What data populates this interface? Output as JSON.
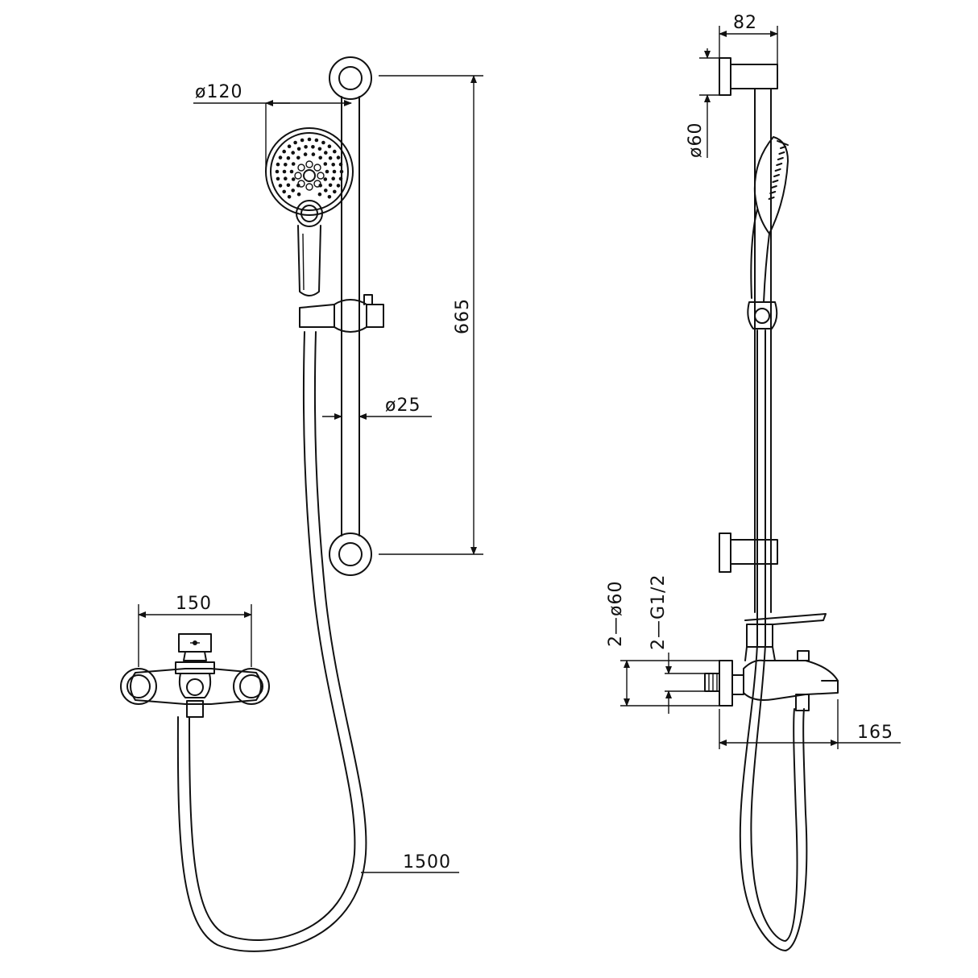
{
  "dimensions": {
    "head_diameter": "ø120",
    "rail_length": "665",
    "rail_diameter": "ø25",
    "mixer_width": "150",
    "hose_length": "1500",
    "side_projection": "82",
    "bracket_diameter": "ø60",
    "flange_diameter": "2—ø60",
    "thread_size": "2—G1/2",
    "spout_reach": "165"
  }
}
